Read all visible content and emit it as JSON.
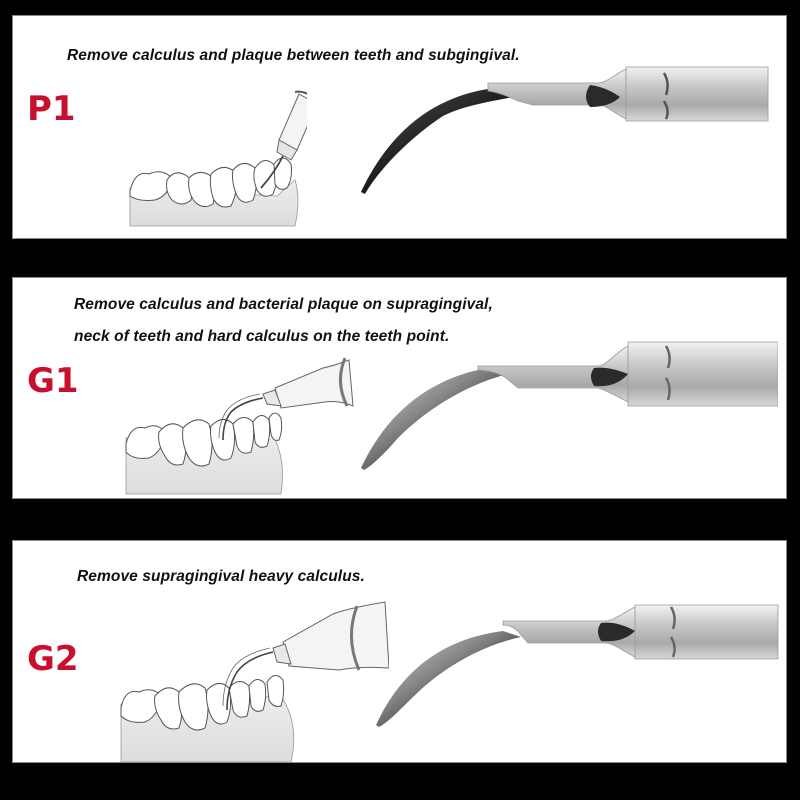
{
  "panels": [
    {
      "code": "P1",
      "description_lines": [
        "Remove calculus and plaque between teeth and subgingival."
      ],
      "illustration": "teeth-scaler-illustration",
      "product": "scaler-tip-photo"
    },
    {
      "code": "G1",
      "description_lines": [
        "Remove calculus and bacterial plaque on supragingival,",
        "neck of teeth and hard calculus on the teeth point."
      ],
      "illustration": "teeth-scaler-illustration",
      "product": "scaler-tip-photo"
    },
    {
      "code": "G2",
      "description_lines": [
        "Remove supragingival heavy calculus."
      ],
      "illustration": "teeth-scaler-illustration",
      "product": "scaler-tip-photo"
    }
  ],
  "colors": {
    "background": "#000000",
    "panel": "#ffffff",
    "code_red": "#c8102e",
    "text": "#111111"
  }
}
